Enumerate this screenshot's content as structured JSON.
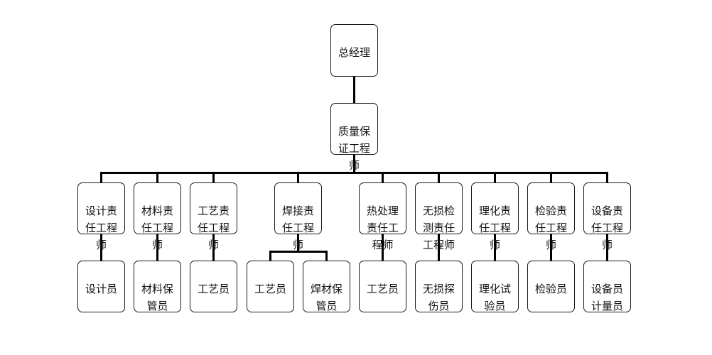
{
  "diagram": {
    "root": "总经理",
    "qa_engineer": "质量保证工程师",
    "engineers": [
      "设计责任工程师",
      "材料责任工程师",
      "工艺责任工程师",
      "焊接责任工程师",
      "热处理责任工程师",
      "无损检测责任工程师",
      "理化责任工程师",
      "检验责任工程师",
      "设备责任工程师"
    ],
    "staff": [
      "设计员",
      "材料保管员",
      "工艺员",
      "工艺员",
      "焊材保管员",
      "工艺员",
      "无损探伤员",
      "理化试验员",
      "检验员",
      "设备员计量员"
    ]
  }
}
